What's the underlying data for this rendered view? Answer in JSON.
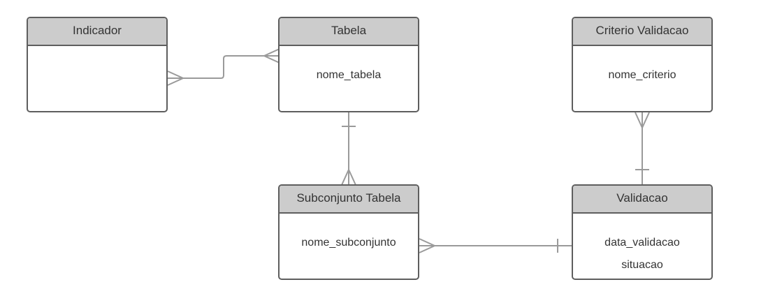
{
  "colors": {
    "header_fill": "#cccccc",
    "border": "#5e5e5e",
    "connector": "#9a9a9a",
    "text": "#333333"
  },
  "entities": {
    "indicador": {
      "title": "Indicador",
      "attributes": []
    },
    "tabela": {
      "title": "Tabela",
      "attributes": [
        "nome_tabela"
      ]
    },
    "criterio_validacao": {
      "title": "Criterio Validacao",
      "attributes": [
        "nome_criterio"
      ]
    },
    "subconjunto_tabela": {
      "title": "Subconjunto Tabela",
      "attributes": [
        "nome_subconjunto"
      ]
    },
    "validacao": {
      "title": "Validacao",
      "attributes": [
        "data_validacao",
        "situacao"
      ]
    }
  },
  "relationships": [
    {
      "from": "indicador",
      "to": "tabela",
      "from_cardinality": "many",
      "to_cardinality": "many"
    },
    {
      "from": "tabela",
      "to": "subconjunto_tabela",
      "from_cardinality": "one",
      "to_cardinality": "many"
    },
    {
      "from": "criterio_validacao",
      "to": "validacao",
      "from_cardinality": "many",
      "to_cardinality": "one"
    },
    {
      "from": "subconjunto_tabela",
      "to": "validacao",
      "from_cardinality": "many",
      "to_cardinality": "one"
    }
  ]
}
